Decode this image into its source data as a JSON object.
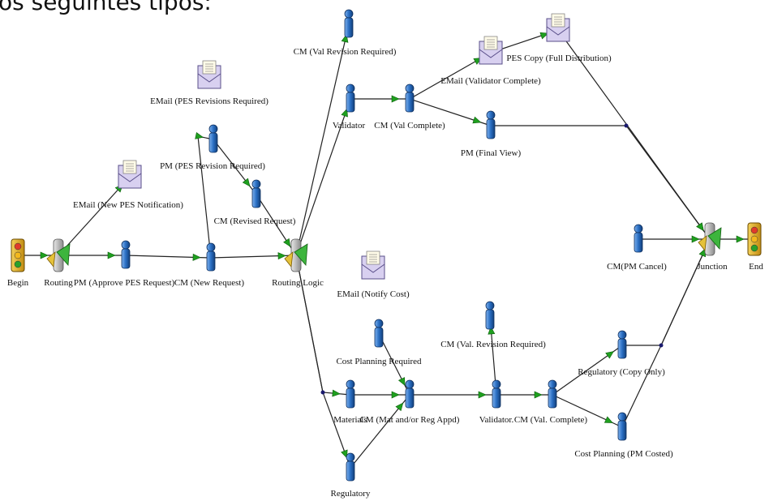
{
  "header": {
    "text": "os seguintes tipos:"
  },
  "colors": {
    "edge": "#222222",
    "arrow": "#1fa01f",
    "person": "#2a6fc4",
    "envelope": "#d8d0f0",
    "junction_dot": "#1a1a6e"
  },
  "nodes": [
    {
      "id": "begin",
      "type": "stoplight",
      "label": "Begin"
    },
    {
      "id": "routing",
      "type": "router",
      "label": "Routing"
    },
    {
      "id": "email-new-pes",
      "type": "email",
      "label": "EMail (New PES Notification)"
    },
    {
      "id": "pm-approve",
      "type": "person",
      "label": "PM (Approve PES Request)"
    },
    {
      "id": "cm-new",
      "type": "person",
      "label": "CM (New Request)"
    },
    {
      "id": "email-pes-rev",
      "type": "email",
      "label": "EMail (PES Revisions Required)"
    },
    {
      "id": "pm-pes-rev",
      "type": "person",
      "label": "PM (PES Revision Required)"
    },
    {
      "id": "cm-revised",
      "type": "person",
      "label": "CM (Revised Request)"
    },
    {
      "id": "routing-logic",
      "type": "router",
      "label": "Routing Logic"
    },
    {
      "id": "cm-val-rev",
      "type": "person",
      "label": "CM (Val Revision Required)"
    },
    {
      "id": "validator",
      "type": "person",
      "label": "Validator"
    },
    {
      "id": "cm-val-complete",
      "type": "person",
      "label": "CM (Val Complete)"
    },
    {
      "id": "email-val-complete",
      "type": "email",
      "label": "EMail (Validator Complete)"
    },
    {
      "id": "pes-copy",
      "type": "email",
      "label": "PES Copy (Full Distribution)"
    },
    {
      "id": "pm-final",
      "type": "person",
      "label": "PM (Final View)"
    },
    {
      "id": "email-notify-cost",
      "type": "email",
      "label": "EMail (Notify Cost)"
    },
    {
      "id": "cost-planning-req",
      "type": "person",
      "label": "Cost Planning Required"
    },
    {
      "id": "materials",
      "type": "person",
      "label": "Materials"
    },
    {
      "id": "cm-mat-reg",
      "type": "person",
      "label": "CM (Mat and/or Reg Appd)"
    },
    {
      "id": "cm-val-rev2",
      "type": "person",
      "label": "CM (Val. Revision Required)"
    },
    {
      "id": "validator2",
      "type": "person",
      "label": "Validator."
    },
    {
      "id": "cm-val-complete2",
      "type": "person",
      "label": "CM (Val. Complete)"
    },
    {
      "id": "regulatory",
      "type": "person",
      "label": "Regulatory"
    },
    {
      "id": "reg-copy",
      "type": "person",
      "label": "Regulatory (Copy Only)"
    },
    {
      "id": "cost-pm-costed",
      "type": "person",
      "label": "Cost Planning (PM Costed)"
    },
    {
      "id": "cm-pm-cancel",
      "type": "person",
      "label": "CM(PM Cancel)"
    },
    {
      "id": "junction",
      "type": "router",
      "label": "Junction"
    },
    {
      "id": "end",
      "type": "stoplight",
      "label": "End"
    }
  ],
  "edges": [
    [
      "begin",
      "routing"
    ],
    [
      "routing",
      "email-new-pes"
    ],
    [
      "routing",
      "pm-approve"
    ],
    [
      "pm-approve",
      "cm-new"
    ],
    [
      "cm-new",
      "pm-pes-rev"
    ],
    [
      "cm-new",
      "routing-logic"
    ],
    [
      "pm-pes-rev",
      "cm-revised"
    ],
    [
      "cm-revised",
      "routing-logic"
    ],
    [
      "routing-logic",
      "cm-val-rev"
    ],
    [
      "routing-logic",
      "validator"
    ],
    [
      "validator",
      "cm-val-complete"
    ],
    [
      "cm-val-complete",
      "email-val-complete"
    ],
    [
      "cm-val-complete",
      "pm-final"
    ],
    [
      "email-val-complete",
      "pes-copy"
    ],
    [
      "pes-copy",
      "junction"
    ],
    [
      "pm-final",
      "junction"
    ],
    [
      "routing-logic",
      "materials"
    ],
    [
      "routing-logic",
      "regulatory"
    ],
    [
      "materials",
      "cm-mat-reg"
    ],
    [
      "cost-planning-req",
      "cm-mat-reg"
    ],
    [
      "regulatory",
      "cm-mat-reg"
    ],
    [
      "cm-mat-reg",
      "validator2"
    ],
    [
      "validator2",
      "cm-val-rev2"
    ],
    [
      "validator2",
      "cm-val-complete2"
    ],
    [
      "cm-val-complete2",
      "reg-copy"
    ],
    [
      "cm-val-complete2",
      "cost-pm-costed"
    ],
    [
      "reg-copy",
      "junction"
    ],
    [
      "cost-pm-costed",
      "junction"
    ],
    [
      "cm-pm-cancel",
      "junction"
    ],
    [
      "junction",
      "end"
    ]
  ]
}
